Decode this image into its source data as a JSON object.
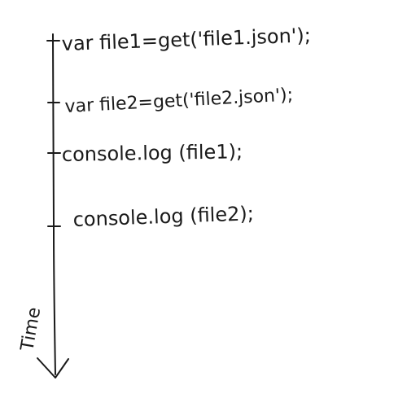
{
  "diagram": {
    "axis_label": "Time",
    "steps": [
      {
        "code": "var file1=get('file1.json');"
      },
      {
        "code": "var file2=get('file2.json');"
      },
      {
        "code": "console.log (file1);"
      },
      {
        "code": "console.log (file2);"
      }
    ]
  },
  "colors": {
    "ink": "#1a1a1a",
    "background": "#ffffff"
  }
}
